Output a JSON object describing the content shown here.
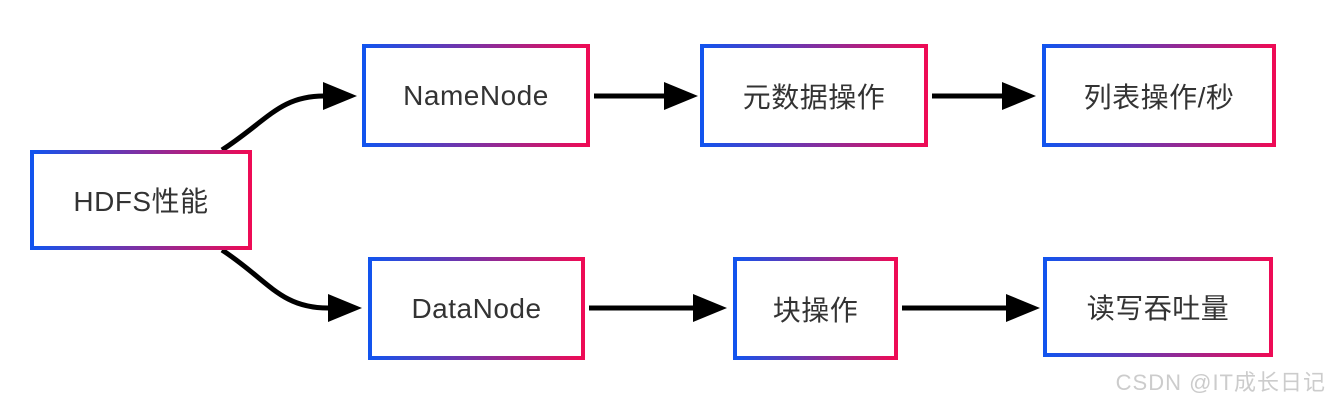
{
  "diagram": {
    "root": {
      "label": "HDFS性能"
    },
    "rows": [
      {
        "node": "NameNode",
        "operation": "元数据操作",
        "metric": "列表操作/秒"
      },
      {
        "node": "DataNode",
        "operation": "块操作",
        "metric": "读写吞吐量"
      }
    ]
  },
  "watermark": {
    "text": "CSDN @IT成长日记"
  },
  "colors": {
    "border_gradient_start": "#1254ee",
    "border_gradient_end": "#ee0b55",
    "arrow": "#000000",
    "node_text": "#333333",
    "watermark_text": "#cccccc",
    "background": "#ffffff"
  }
}
